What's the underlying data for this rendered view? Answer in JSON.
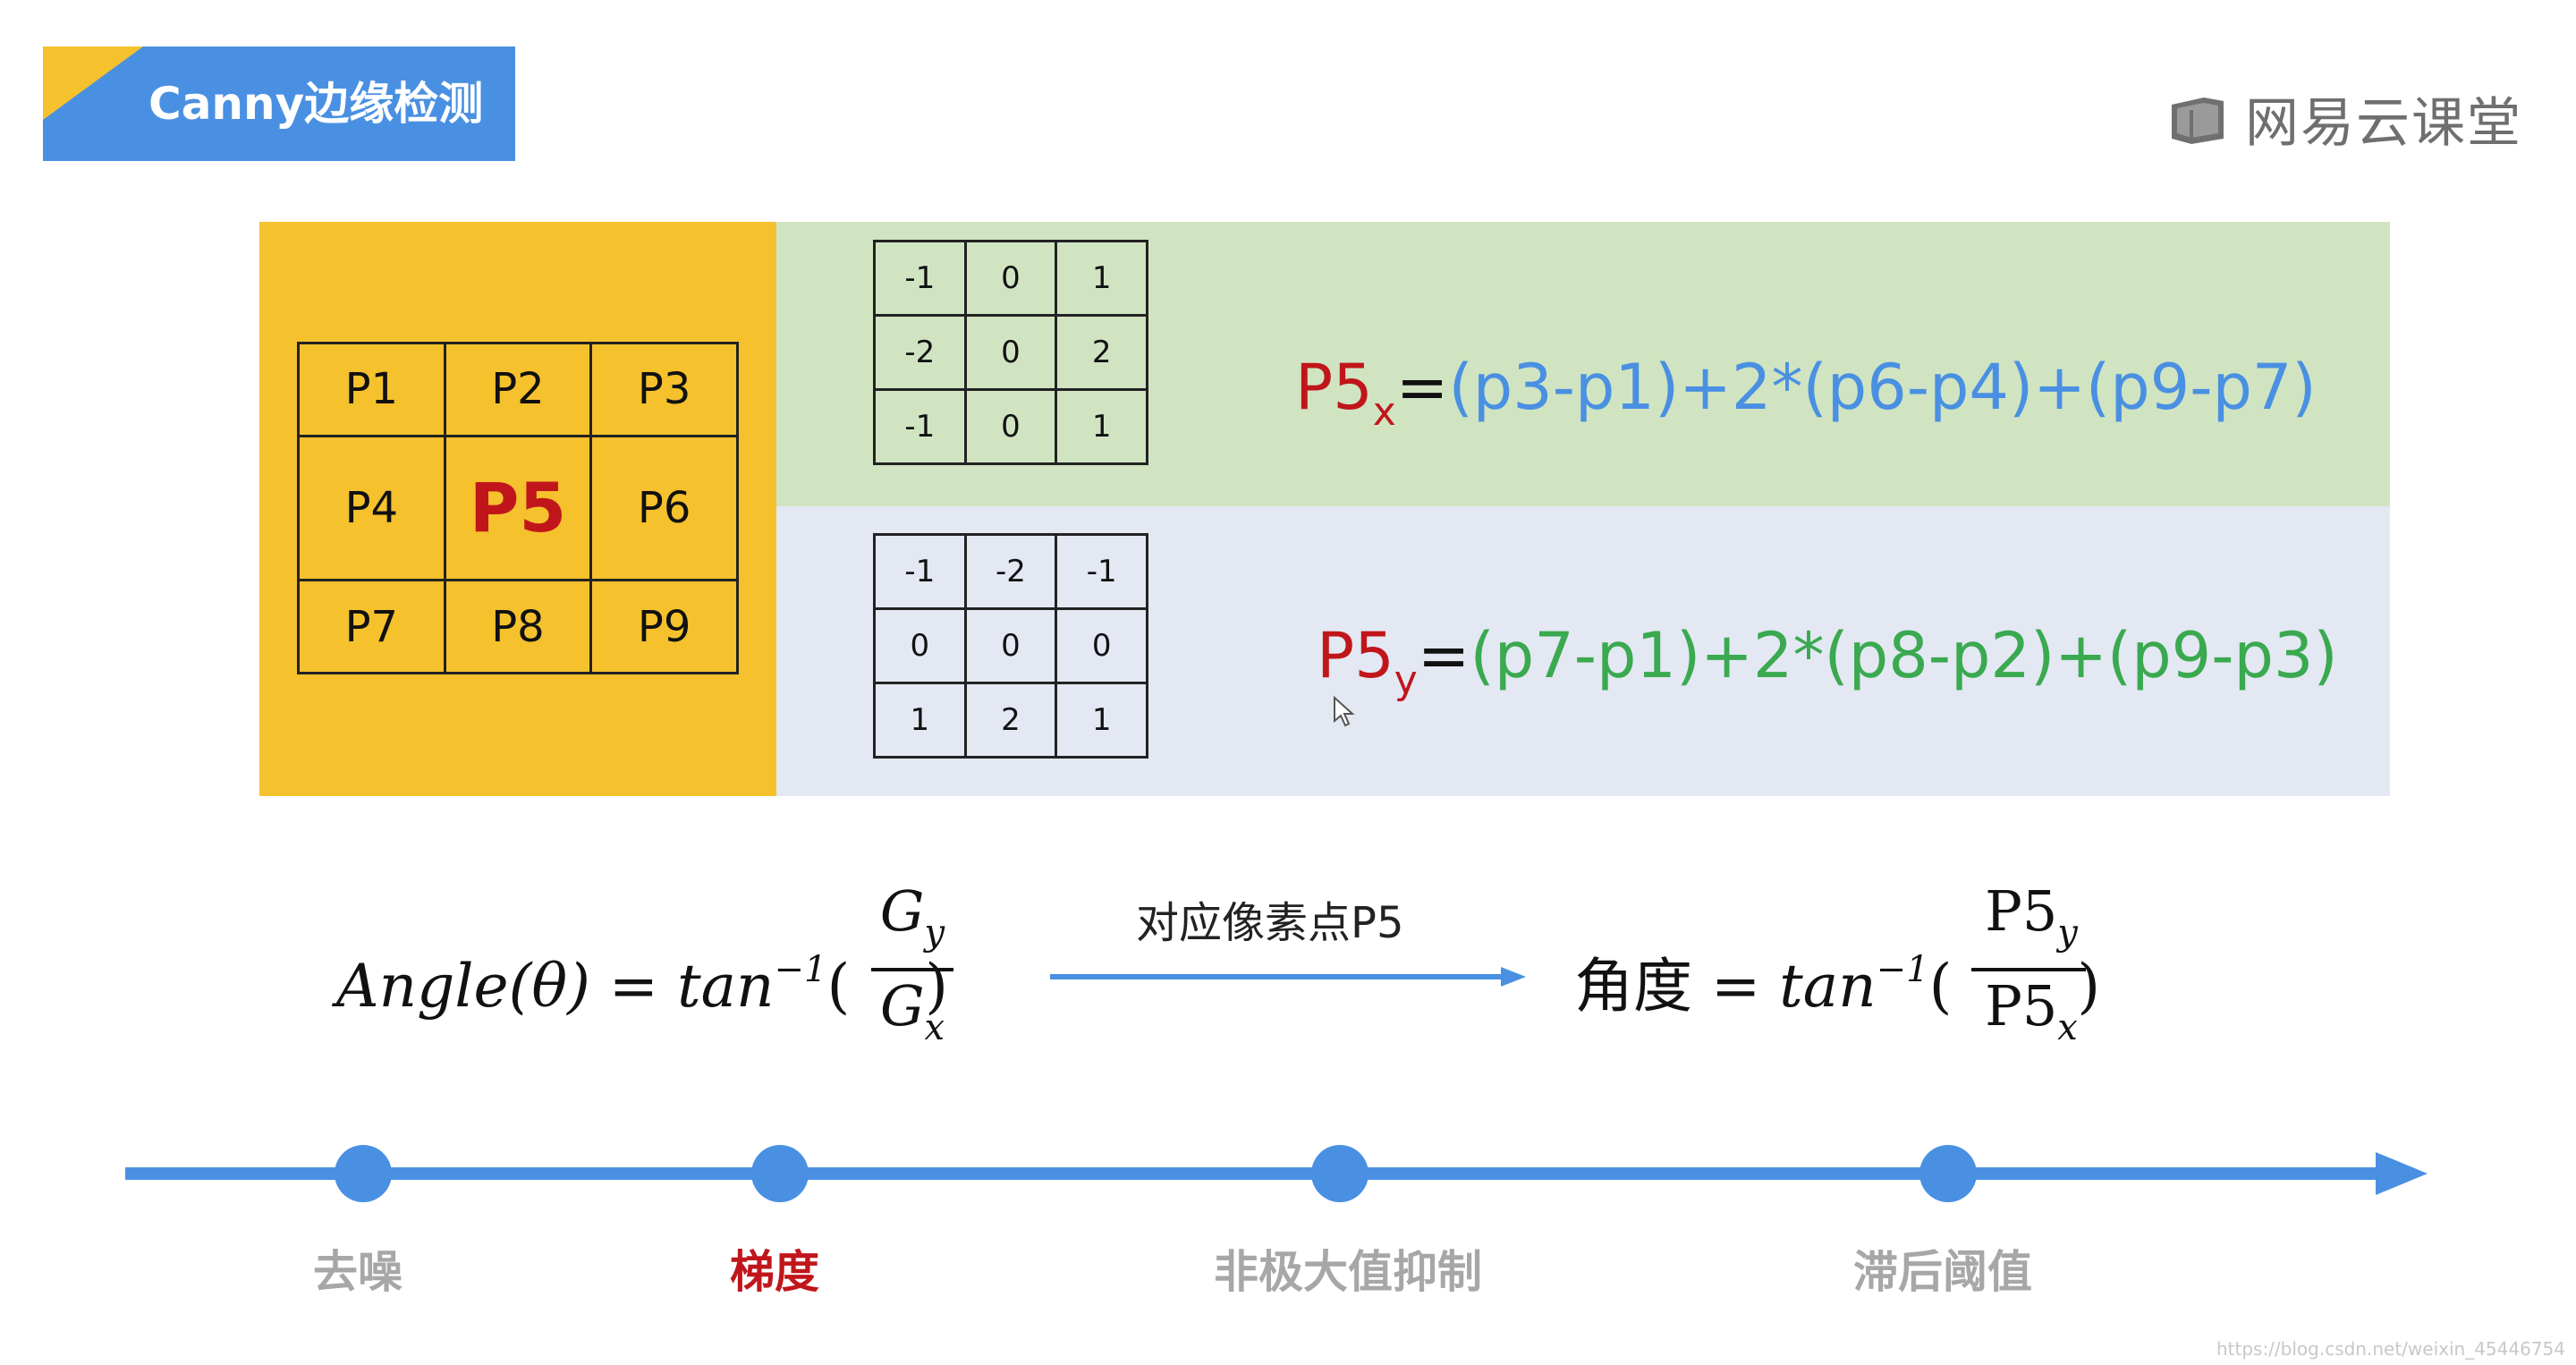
{
  "title": "Canny边缘检测",
  "brand": {
    "name": "网易云课堂",
    "icon": "book-icon"
  },
  "pixel_grid": [
    [
      "P1",
      "P2",
      "P3"
    ],
    [
      "P4",
      "P5",
      "P6"
    ],
    [
      "P7",
      "P8",
      "P9"
    ]
  ],
  "kernel_x": [
    [
      "-1",
      "0",
      "1"
    ],
    [
      "-2",
      "0",
      "2"
    ],
    [
      "-1",
      "0",
      "1"
    ]
  ],
  "kernel_y": [
    [
      "-1",
      "-2",
      "-1"
    ],
    [
      "0",
      "0",
      "0"
    ],
    [
      "1",
      "2",
      "1"
    ]
  ],
  "formula_x": {
    "lhs": "P5",
    "sub": "x",
    "eq": "=",
    "rhs": "(p3-p1)+2*(p6-p4)+(p9-p7)"
  },
  "formula_y": {
    "lhs": "P5",
    "sub": "y",
    "eq": "=",
    "rhs": "(p7-p1)+2*(p8-p2)+(p9-p3)"
  },
  "angle_formula": {
    "lhs": "Angle(θ) = tan",
    "sup": "−1",
    "num": "G",
    "num_sub": "y",
    "den": "G",
    "den_sub": "x"
  },
  "arrow_label": "对应像素点P5",
  "angle_formula_p5": {
    "lhs": "角度",
    "eq": " = tan",
    "sup": "−1",
    "num": "P5",
    "num_sub": "y",
    "den": "P5",
    "den_sub": "x"
  },
  "timeline": {
    "stages": [
      {
        "label": "去噪",
        "active": false
      },
      {
        "label": "梯度",
        "active": true
      },
      {
        "label": "非极大值抑制",
        "active": false
      },
      {
        "label": "滞后阈值",
        "active": false
      }
    ]
  },
  "colors": {
    "accent_blue": "#4a90e2",
    "banner_yellow": "#f5c12d",
    "highlight_red": "#c0161b",
    "formula_green": "#3aa94f",
    "panel_green": "#d0e4c2",
    "panel_blue": "#e3e8f3"
  },
  "watermark": "https://blog.csdn.net/weixin_45446754"
}
